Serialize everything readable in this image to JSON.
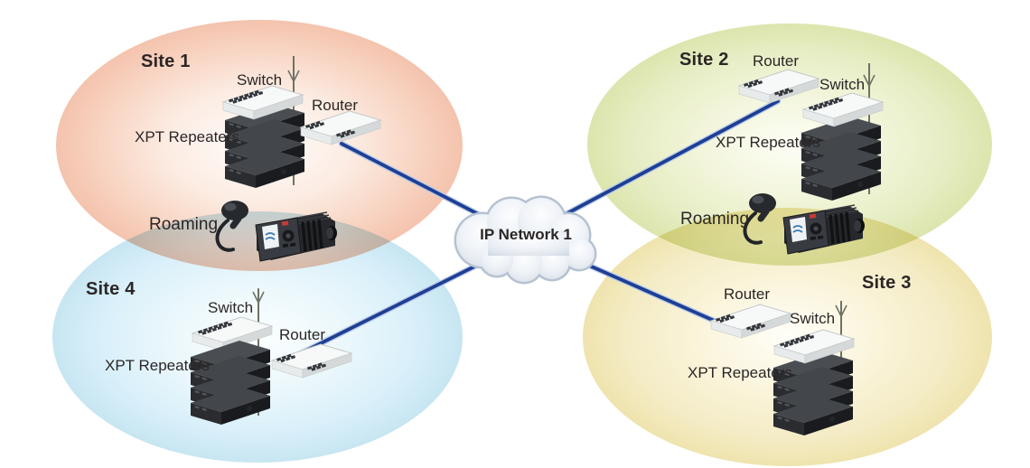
{
  "cloud": {
    "label": "IP Network 1"
  },
  "sites": [
    {
      "name": "Site 1",
      "switch": "Switch",
      "router": "Router",
      "repeaters": "XPT Repeaters"
    },
    {
      "name": "Site 2",
      "switch": "Switch",
      "router": "Router",
      "repeaters": "XPT Repeaters"
    },
    {
      "name": "Site 3",
      "switch": "Switch",
      "router": "Router",
      "repeaters": "XPT Repeaters"
    },
    {
      "name": "Site 4",
      "switch": "Switch",
      "router": "Router",
      "repeaters": "XPT Repeaters"
    }
  ],
  "roaming": {
    "left": "Roaming",
    "right": "Roaming"
  },
  "colors": {
    "site1_edge": "#f4c3ad",
    "site2_edge": "#dce5ad",
    "site3_edge": "#efe4ae",
    "site4_edge": "#c7e6f1",
    "link_line": "#1d3f94",
    "label_text": "#2b2626"
  }
}
